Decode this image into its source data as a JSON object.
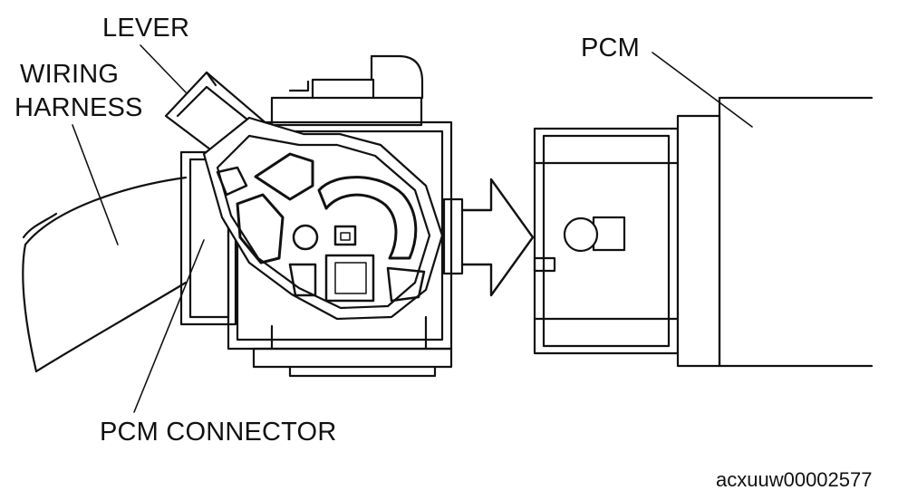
{
  "labels": {
    "lever": "LEVER",
    "wiring_harness_line1": "WIRING",
    "wiring_harness_line2": "HARNESS",
    "pcm": "PCM",
    "pcm_connector": "PCM CONNECTOR",
    "figure_code": "acxuuw00002577"
  },
  "colors": {
    "ink": "#111111",
    "background": "#ffffff"
  }
}
